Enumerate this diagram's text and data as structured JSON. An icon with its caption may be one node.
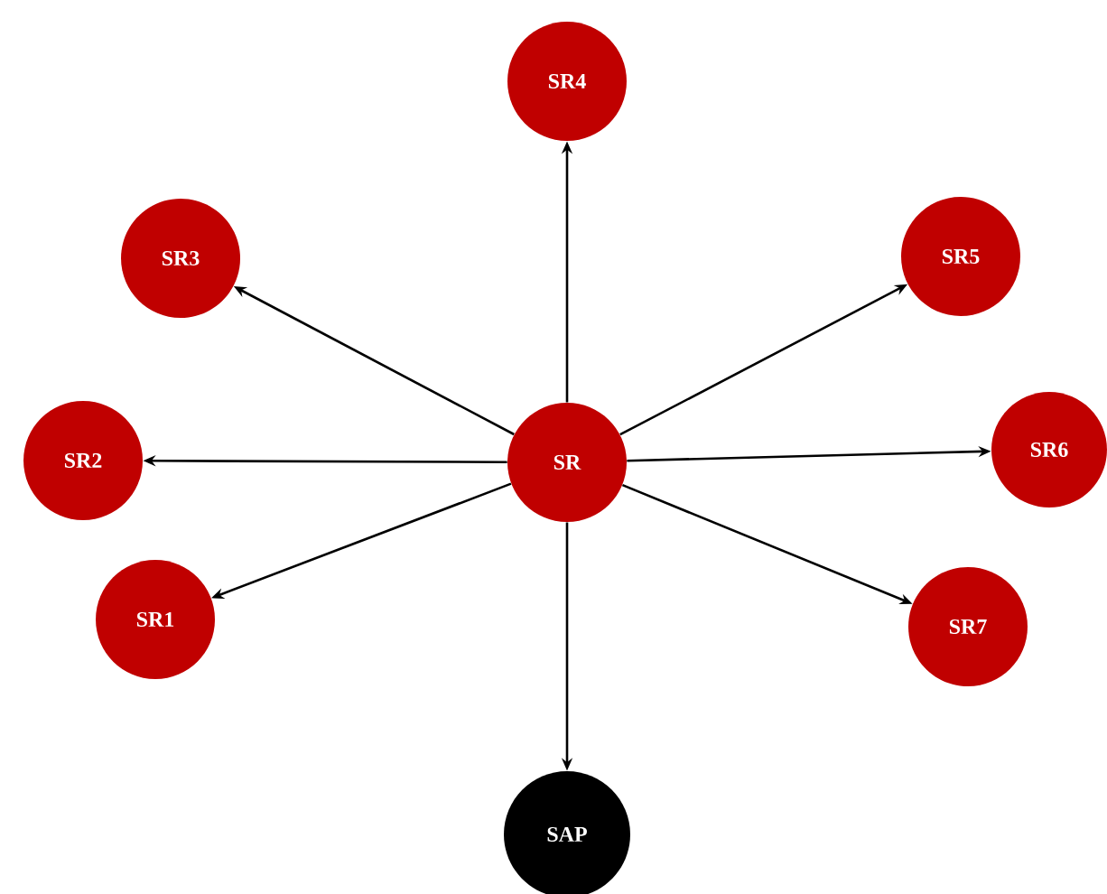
{
  "diagram": {
    "nodes": [
      {
        "text": [
          "SR4"
        ]
      },
      {
        "text": [
          "SR3"
        ]
      },
      {
        "text": [
          "SR5"
        ]
      },
      {
        "text": [
          "SR2"
        ]
      },
      {
        "text": [
          "SR"
        ]
      },
      {
        "text": [
          "SR6"
        ]
      },
      {
        "text": [
          "SR1"
        ]
      },
      {
        "text": [
          "SR7"
        ]
      },
      {
        "text": [
          "SAP"
        ]
      }
    ],
    "edges": [
      {
        "from": 4,
        "to": 0,
        "arrow": "to"
      },
      {
        "from": 4,
        "to": 1,
        "arrow": "to"
      },
      {
        "from": 4,
        "to": 2,
        "arrow": "to"
      },
      {
        "from": 4,
        "to": 3,
        "arrow": "to"
      },
      {
        "from": 4,
        "to": 5,
        "arrow": "to"
      },
      {
        "from": 4,
        "to": 6,
        "arrow": "to"
      },
      {
        "from": 4,
        "to": 7,
        "arrow": "to"
      },
      {
        "from": 4,
        "to": 8,
        "arrow": "to"
      }
    ]
  }
}
